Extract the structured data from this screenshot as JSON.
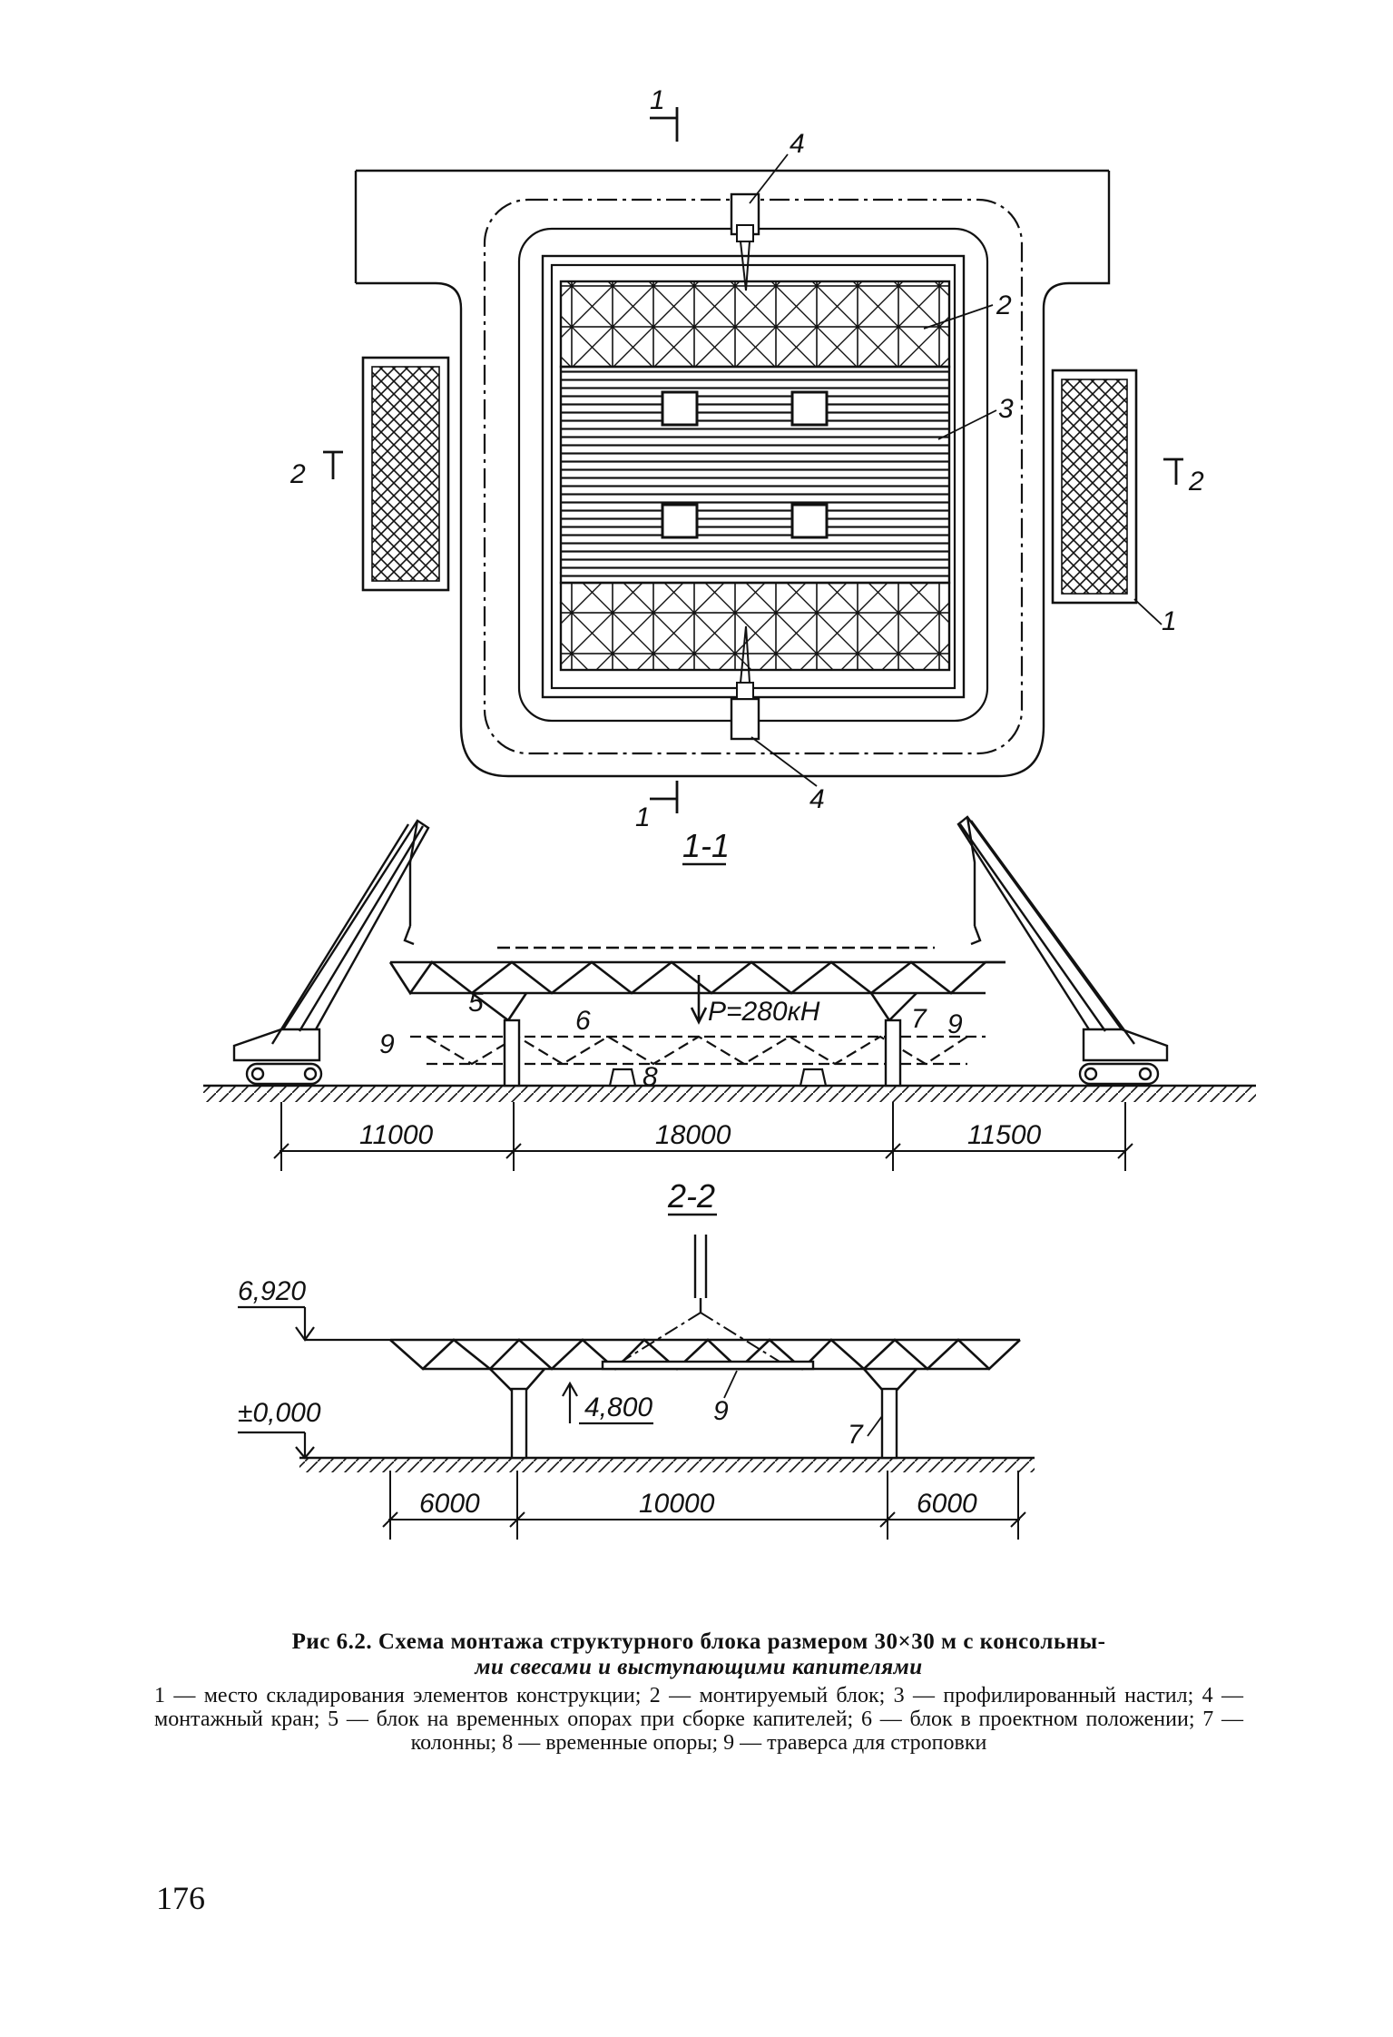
{
  "plan": {
    "section_mark_1_top": "1",
    "section_mark_1_bottom": "1",
    "section_mark_2_left": "2",
    "section_mark_2_right": "2",
    "callout_4_top": "4",
    "callout_4_bottom": "4",
    "callout_2": "2",
    "callout_3": "3",
    "callout_1": "1"
  },
  "section_1_1": {
    "title": "1-1",
    "load_label": "P=280кН",
    "callouts": [
      "9",
      "5",
      "6",
      "7",
      "9",
      "8"
    ],
    "dimensions": [
      "11000",
      "18000",
      "11500"
    ]
  },
  "section_2_2": {
    "title": "2-2",
    "elevation_top": "6,920",
    "elevation_ground": "±0,000",
    "elevation_support": "4,800",
    "callout_9": "9",
    "callout_7": "7",
    "dimensions": [
      "6000",
      "10000",
      "6000"
    ]
  },
  "caption": {
    "title": "Рис 6.2. Схема монтажа структурного блока размером 30×30 м с консольны-",
    "title_cont": "ми свесами и выступающими капителями",
    "legend": "1 — место складирования элементов конструкции; 2 — монтируемый блок; 3 — профилированный настил; 4 — монтажный кран; 5 — блок на временных опорах при сборке капителей; 6 — блок в проектном положении; 7 — колонны; 8 — временные опоры; 9 — траверса для строповки"
  },
  "page_number": "176"
}
